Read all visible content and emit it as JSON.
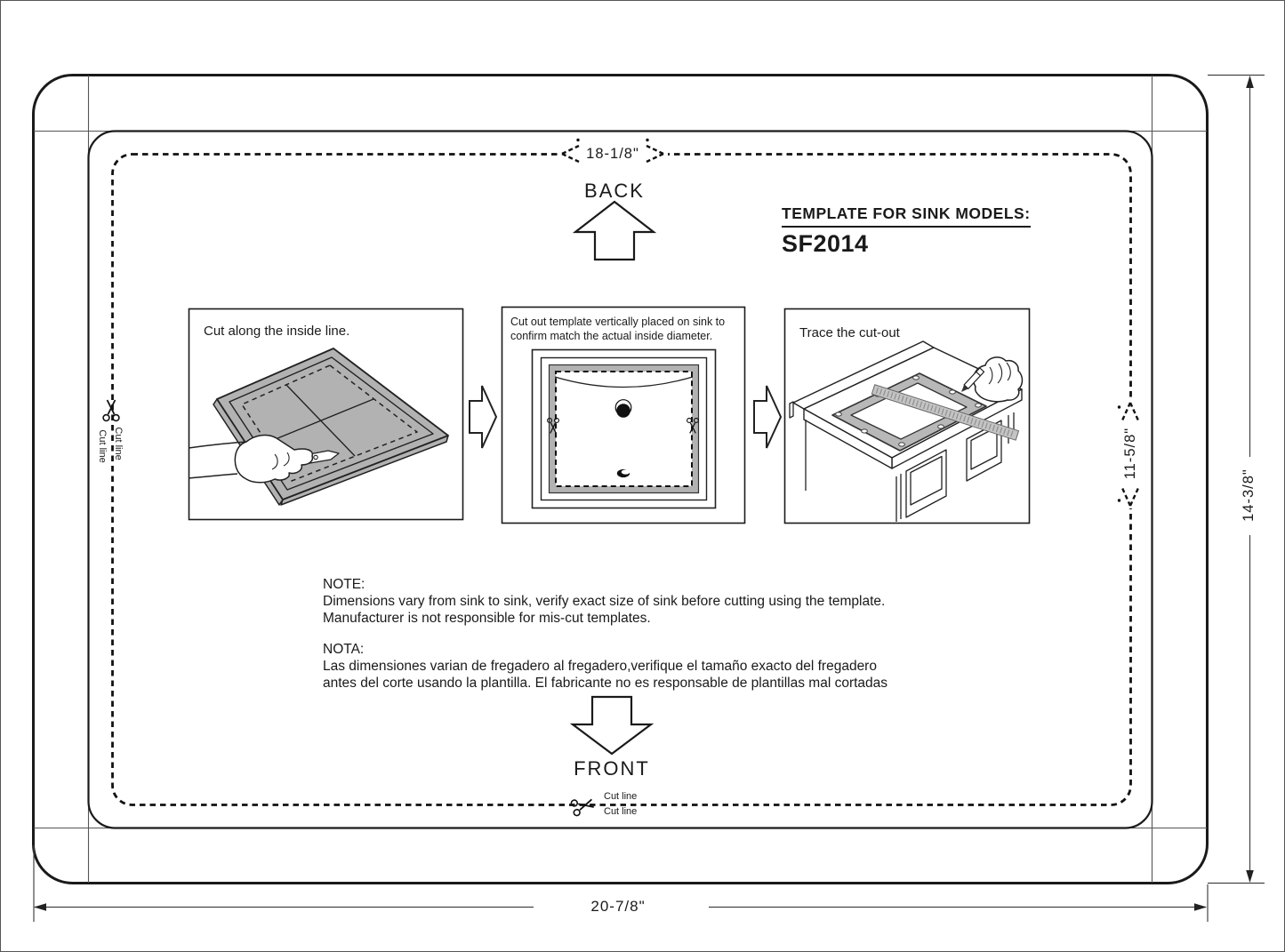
{
  "template": {
    "heading": "TEMPLATE FOR SINK MODELS:",
    "model": "SF2014"
  },
  "orientation_labels": {
    "back": "BACK",
    "front": "FRONT"
  },
  "dimensions": {
    "top_width": "18-1/8\"",
    "right_inner_height": "11-5/8\"",
    "right_outer_height": "14-3/8\"",
    "bottom_width": "20-7/8\""
  },
  "cut_line_labels": {
    "left": [
      "Cut line",
      "Cut line"
    ],
    "bottom": [
      "Cut line",
      "Cut line"
    ]
  },
  "steps": [
    {
      "caption": "Cut along the inside line."
    },
    {
      "caption_line1": "Cut out template vertically placed on sink to",
      "caption_line2": "confirm match the actual inside diameter."
    },
    {
      "caption": "Trace the cut-out"
    }
  ],
  "notes": {
    "en_heading": "NOTE:",
    "en_line1": "Dimensions vary from sink to sink, verify exact size of sink before cutting using the template.",
    "en_line2": "Manufacturer is not responsible for mis-cut templates.",
    "es_heading": "NOTA:",
    "es_line1": "Las dimensiones varian de fregadero al fregadero,verifique el tamaño exacto del fregadero",
    "es_line2": "antes del corte usando la plantilla. El fabricante no es responsable de plantillas mal cortadas"
  },
  "colors": {
    "ink": "#1a1a1a",
    "sheet_gray": "#b2b2b2"
  }
}
